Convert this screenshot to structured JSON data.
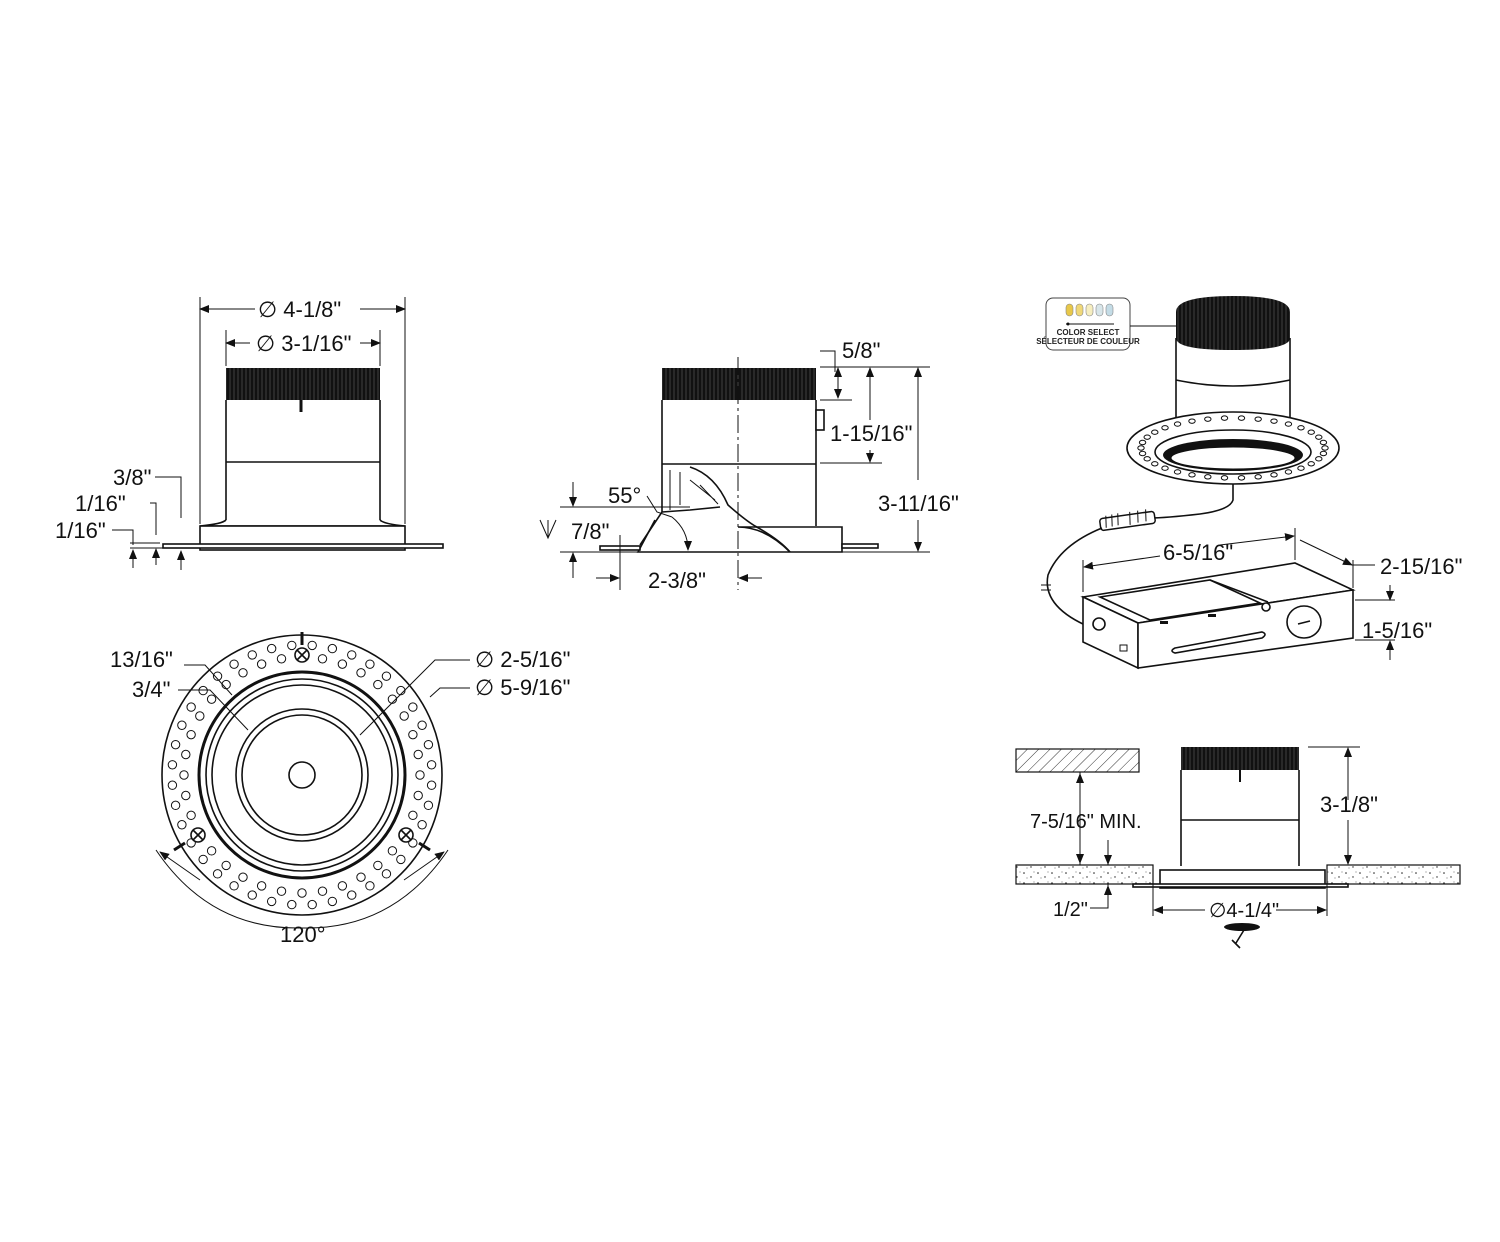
{
  "side_view": {
    "outer_diameter": "∅ 4-1/8\"",
    "inner_diameter": "∅ 3-1/16\"",
    "flange_height": "3/8\"",
    "plate_offset": "1/16\"",
    "plate_thickness": "1/16\""
  },
  "section_view": {
    "band_height": "5/8\"",
    "body_height": "1-15/16\"",
    "total_height": "3-11/16\"",
    "tilt_angle": "55°",
    "recess_depth": "7/8\"",
    "offset": "2-3/8\""
  },
  "bottom_view": {
    "rim_a": "13/16\"",
    "rim_b": "3/4\"",
    "aperture_diameter": "∅ 2-5/16\"",
    "trim_diameter": "∅ 5-9/16\"",
    "screw_angle": "120°"
  },
  "isometric_view": {
    "color_select_label": "COLOR SELECT",
    "color_select_label_fr": "SÉLECTEUR DE COULEUR",
    "color_swatches": [
      "#e8c84a",
      "#f0d878",
      "#f6eec0",
      "#d8e6ea",
      "#c4dce6"
    ],
    "box_length": "6-5/16\"",
    "box_width": "2-15/16\"",
    "box_height": "1-5/16\""
  },
  "installation_view": {
    "clearance": "7-5/16\" MIN.",
    "housing_height": "3-1/8\"",
    "ceiling_thickness": "1/2\"",
    "cutout_diameter": "∅4-1/4\""
  }
}
